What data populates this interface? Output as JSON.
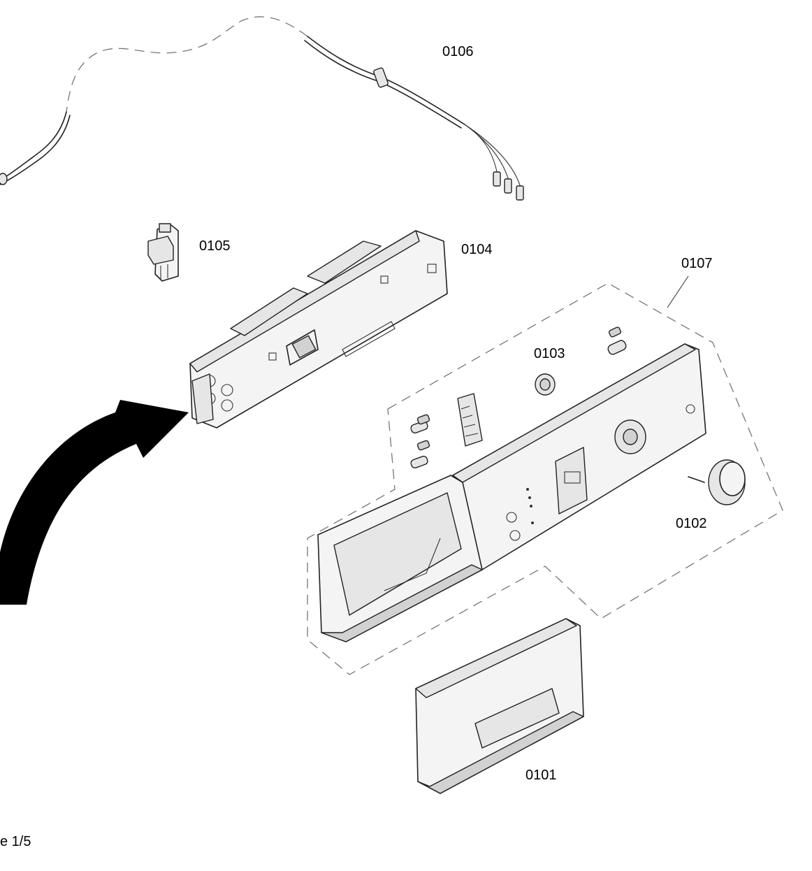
{
  "diagram": {
    "parts": [
      {
        "id": "0101",
        "name": "drawer-handle"
      },
      {
        "id": "0102",
        "name": "knob"
      },
      {
        "id": "0103",
        "name": "spindle"
      },
      {
        "id": "0104",
        "name": "control-module"
      },
      {
        "id": "0105",
        "name": "switch"
      },
      {
        "id": "0106",
        "name": "cable"
      },
      {
        "id": "0107",
        "name": "fascia-assembly"
      }
    ],
    "page_note": "e 1/5"
  }
}
